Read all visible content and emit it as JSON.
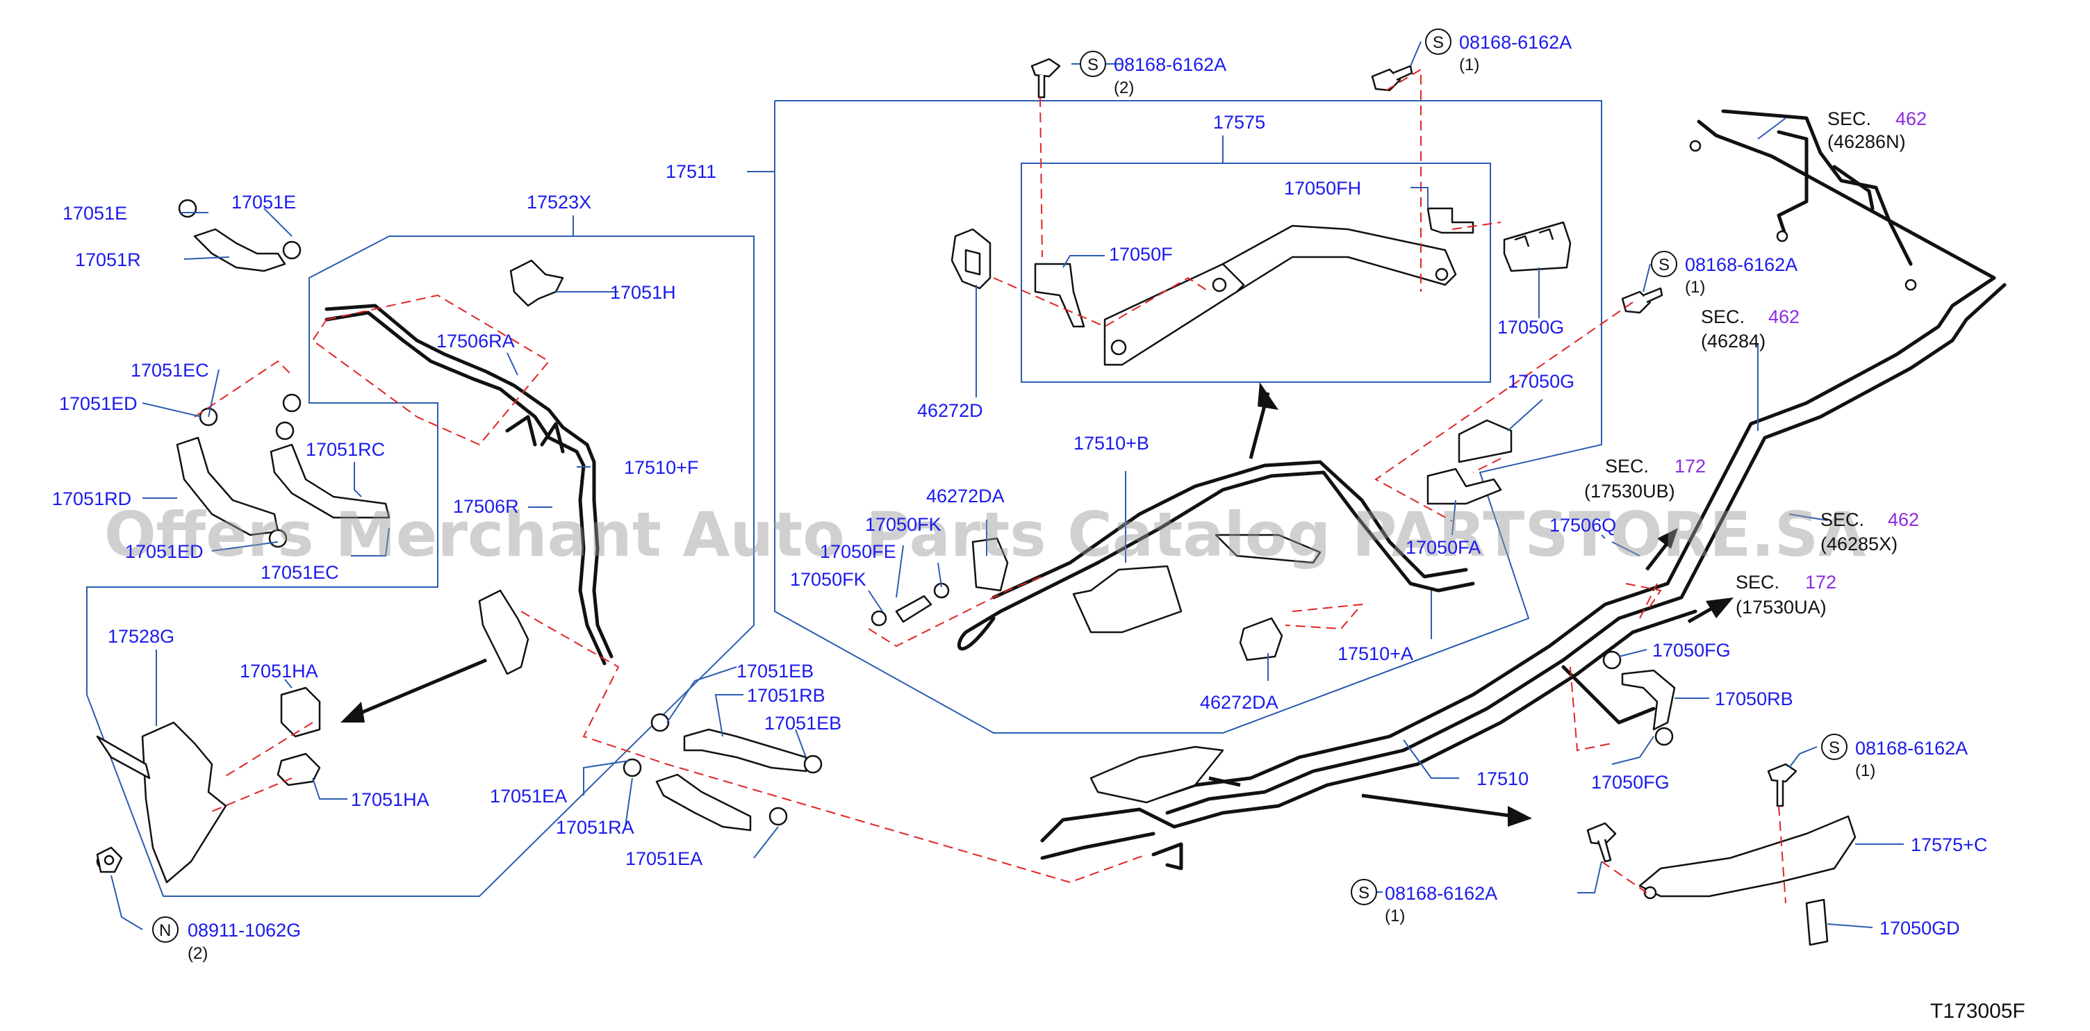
{
  "labels": {
    "l_17575": "17575",
    "l_17511": "17511",
    "l_17050FH": "17050FH",
    "l_17050F": "17050F",
    "l_17050G_1": "17050G",
    "l_17050G_2": "17050G",
    "l_46272D": "46272D",
    "l_17510B": "17510+B",
    "l_46272DA_1": "46272DA",
    "l_46272DA_2": "46272DA",
    "l_17050FK_1": "17050FK",
    "l_17050FK_2": "17050FK",
    "l_17050FA": "17050FA",
    "l_17510A": "17510+A",
    "l_17050FE": "17050FE",
    "l_17510F": "17510+F",
    "l_17523X": "17523X",
    "l_17051H": "17051H",
    "l_17506RA": "17506RA",
    "l_17506R": "17506R",
    "l_17051E_1": "17051E",
    "l_17051E_2": "17051E",
    "l_17051R": "17051R",
    "l_17051EC_1": "17051EC",
    "l_17051EC_2": "17051EC",
    "l_17051ED_1": "17051ED",
    "l_17051ED_2": "17051ED",
    "l_17051RC": "17051RC",
    "l_17051RD": "17051RD",
    "l_17528G": "17528G",
    "l_17051HA_1": "17051HA",
    "l_17051HA_2": "17051HA",
    "l_17051EB_1": "17051EB",
    "l_17051EB_2": "17051EB",
    "l_17051RB": "17051RB",
    "l_17051EA_1": "17051EA",
    "l_17051EA_2": "17051EA",
    "l_17051RA": "17051RA",
    "l_17510": "17510",
    "l_17050FG_1": "17050FG",
    "l_17050FG_2": "17050FG",
    "l_17050RB": "17050RB",
    "l_17506Q": "17506Q",
    "l_17575C": "17575+C",
    "l_17050GD": "17050GD"
  },
  "bolts": {
    "b1": {
      "part": "08168-6162A",
      "qty": "(2)",
      "symbol": "S"
    },
    "b2": {
      "part": "08168-6162A",
      "qty": "(1)",
      "symbol": "S"
    },
    "b3": {
      "part": "08168-6162A",
      "qty": "(1)",
      "symbol": "S"
    },
    "b4": {
      "part": "08168-6162A",
      "qty": "(1)",
      "symbol": "S"
    },
    "b5": {
      "part": "08168-6162A",
      "qty": "(1)",
      "symbol": "S"
    },
    "nut": {
      "part": "08911-1062G",
      "qty": "(2)",
      "symbol": "N"
    }
  },
  "sections": {
    "s1": {
      "prefix": "SEC.",
      "num": "462",
      "ref": "(46286N)"
    },
    "s2": {
      "prefix": "SEC.",
      "num": "462",
      "ref": "(46284)"
    },
    "s3": {
      "prefix": "SEC.",
      "num": "462",
      "ref": "(46285X)"
    },
    "s4": {
      "prefix": "SEC.",
      "num": "172",
      "ref": "(17530UB)"
    },
    "s5": {
      "prefix": "SEC.",
      "num": "172",
      "ref": "(17530UA)"
    }
  },
  "diagram_code": "T173005F",
  "watermark": "Offers Merchant Auto Parts Catalog PARTSTORE.SA",
  "colors": {
    "label": "#1a1aee",
    "leader": "#2a5db0",
    "dashed": "#e02424",
    "section_num": "#8a2be2"
  }
}
